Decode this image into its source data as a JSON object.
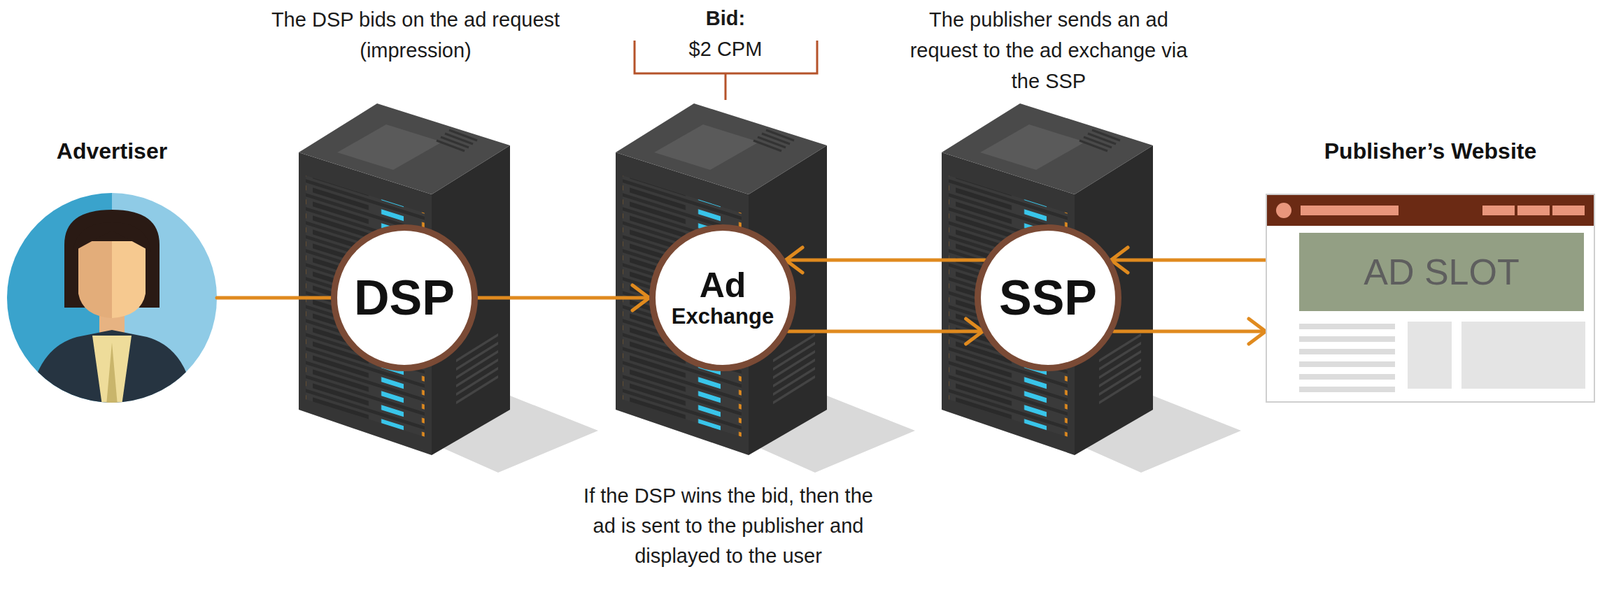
{
  "diagram": {
    "nodes": [
      {
        "text": [
          "Advertiser"
        ]
      },
      {
        "text": [
          "DSP"
        ]
      },
      {
        "text": [
          "Ad",
          "Exchange"
        ]
      },
      {
        "text": [
          "SSP"
        ]
      },
      {
        "text": [
          "Publisher’s Website"
        ]
      },
      {
        "text": [
          "AD SLOT"
        ],
        "in": 4
      }
    ],
    "edges": [
      {
        "from": 0,
        "to": 1,
        "arrow": "none"
      },
      {
        "from": 1,
        "to": 2,
        "arrow": "to"
      },
      {
        "from": 3,
        "to": 2,
        "arrow": "to"
      },
      {
        "from": 2,
        "to": 3,
        "arrow": "to"
      },
      {
        "from": 4,
        "to": 3,
        "arrow": "to"
      },
      {
        "from": 3,
        "to": 4,
        "arrow": "to"
      }
    ],
    "labels": [
      "The DSP bids on the ad request (impression)",
      "Bid:",
      "$2 CPM",
      "The publisher sends an ad request to the ad exchange via the SSP",
      "If the DSP wins the bid, then the ad is sent to the publisher and displayed to the user"
    ]
  }
}
